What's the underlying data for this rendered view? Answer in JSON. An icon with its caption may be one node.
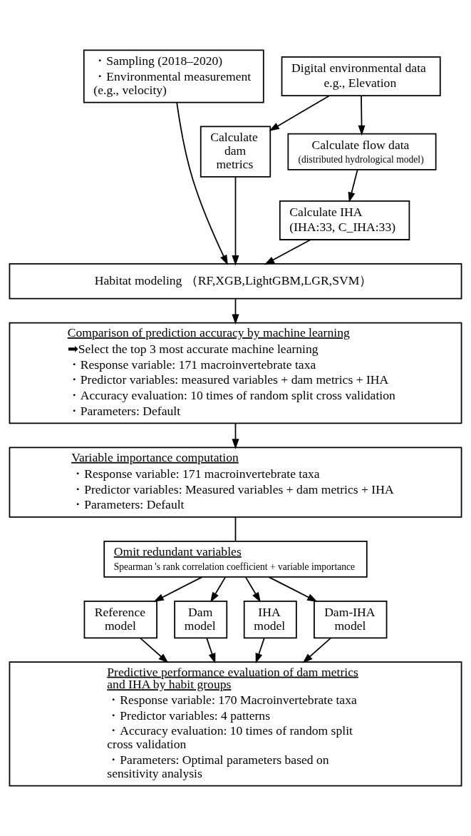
{
  "diagram": {
    "nodes": [
      {
        "text": [
          "・Sampling (2018–2020)",
          "・Environmental measurement (e.g., velocity)"
        ]
      },
      {
        "text": [
          "Digital environmental data",
          "e.g., Elevation"
        ]
      },
      {
        "text": [
          "Calculate dam metrics"
        ]
      },
      {
        "text": [
          "Calculate flow data",
          "(distributed hydrological model)"
        ]
      },
      {
        "text": [
          "Calculate IHA",
          "(IHA:33, C_IHA:33)"
        ]
      },
      {
        "text": [
          "Habitat modeling （RF,XGB,LightGBM,LGR,SVM）"
        ]
      },
      {
        "text": [
          "Comparison of prediction accuracy by machine learning",
          "➡Select the top 3 most accurate machine learning",
          "・Response variable: 171 macroinvertebrate taxa",
          "・Predictor variables: measured variables + dam metrics + IHA",
          "・Accuracy evaluation: 10 times of random split cross validation",
          "・Parameters: Default"
        ]
      },
      {
        "text": [
          "Variable importance computation",
          "・Response variable: 171 macroinvertebrate taxa",
          "・Predictor variables: Measured variables + dam metrics + IHA",
          "・Parameters: Default"
        ]
      },
      {
        "text": [
          "Omit redundant variables",
          "Spearman 's rank correlation coefficient + variable importance"
        ]
      },
      {
        "text": [
          "Reference model"
        ]
      },
      {
        "text": [
          "Dam model"
        ]
      },
      {
        "text": [
          "IHA model"
        ]
      },
      {
        "text": [
          "Dam-IHA model"
        ]
      },
      {
        "text": [
          "Predictive performance evaluation of dam metrics and IHA by habit groups",
          "・Response variable: 170 Macroinvertebrate taxa",
          "・Predictor variables: 4 patterns",
          "・Accuracy evaluation: 10 times of random split cross validation",
          "・Parameters: Optimal parameters based on sensitivity analysis"
        ]
      }
    ],
    "edges": [
      {
        "from": 1,
        "to": 2,
        "arrow": "to"
      },
      {
        "from": 1,
        "to": 3,
        "arrow": "to"
      },
      {
        "from": 3,
        "to": 4,
        "arrow": "to"
      },
      {
        "from": 0,
        "to": 5,
        "arrow": "to"
      },
      {
        "from": 2,
        "to": 5,
        "arrow": "to"
      },
      {
        "from": 4,
        "to": 5,
        "arrow": "to"
      },
      {
        "from": 5,
        "to": 6,
        "arrow": "to"
      },
      {
        "from": 6,
        "to": 7,
        "arrow": "to"
      },
      {
        "from": 7,
        "to": 8,
        "arrow": "none"
      },
      {
        "from": 8,
        "to": 9,
        "arrow": "to"
      },
      {
        "from": 8,
        "to": 10,
        "arrow": "to"
      },
      {
        "from": 8,
        "to": 11,
        "arrow": "to"
      },
      {
        "from": 8,
        "to": 12,
        "arrow": "to"
      },
      {
        "from": 9,
        "to": 13,
        "arrow": "to"
      },
      {
        "from": 10,
        "to": 13,
        "arrow": "to"
      },
      {
        "from": 11,
        "to": 13,
        "arrow": "to"
      },
      {
        "from": 12,
        "to": 13,
        "arrow": "to"
      }
    ]
  }
}
